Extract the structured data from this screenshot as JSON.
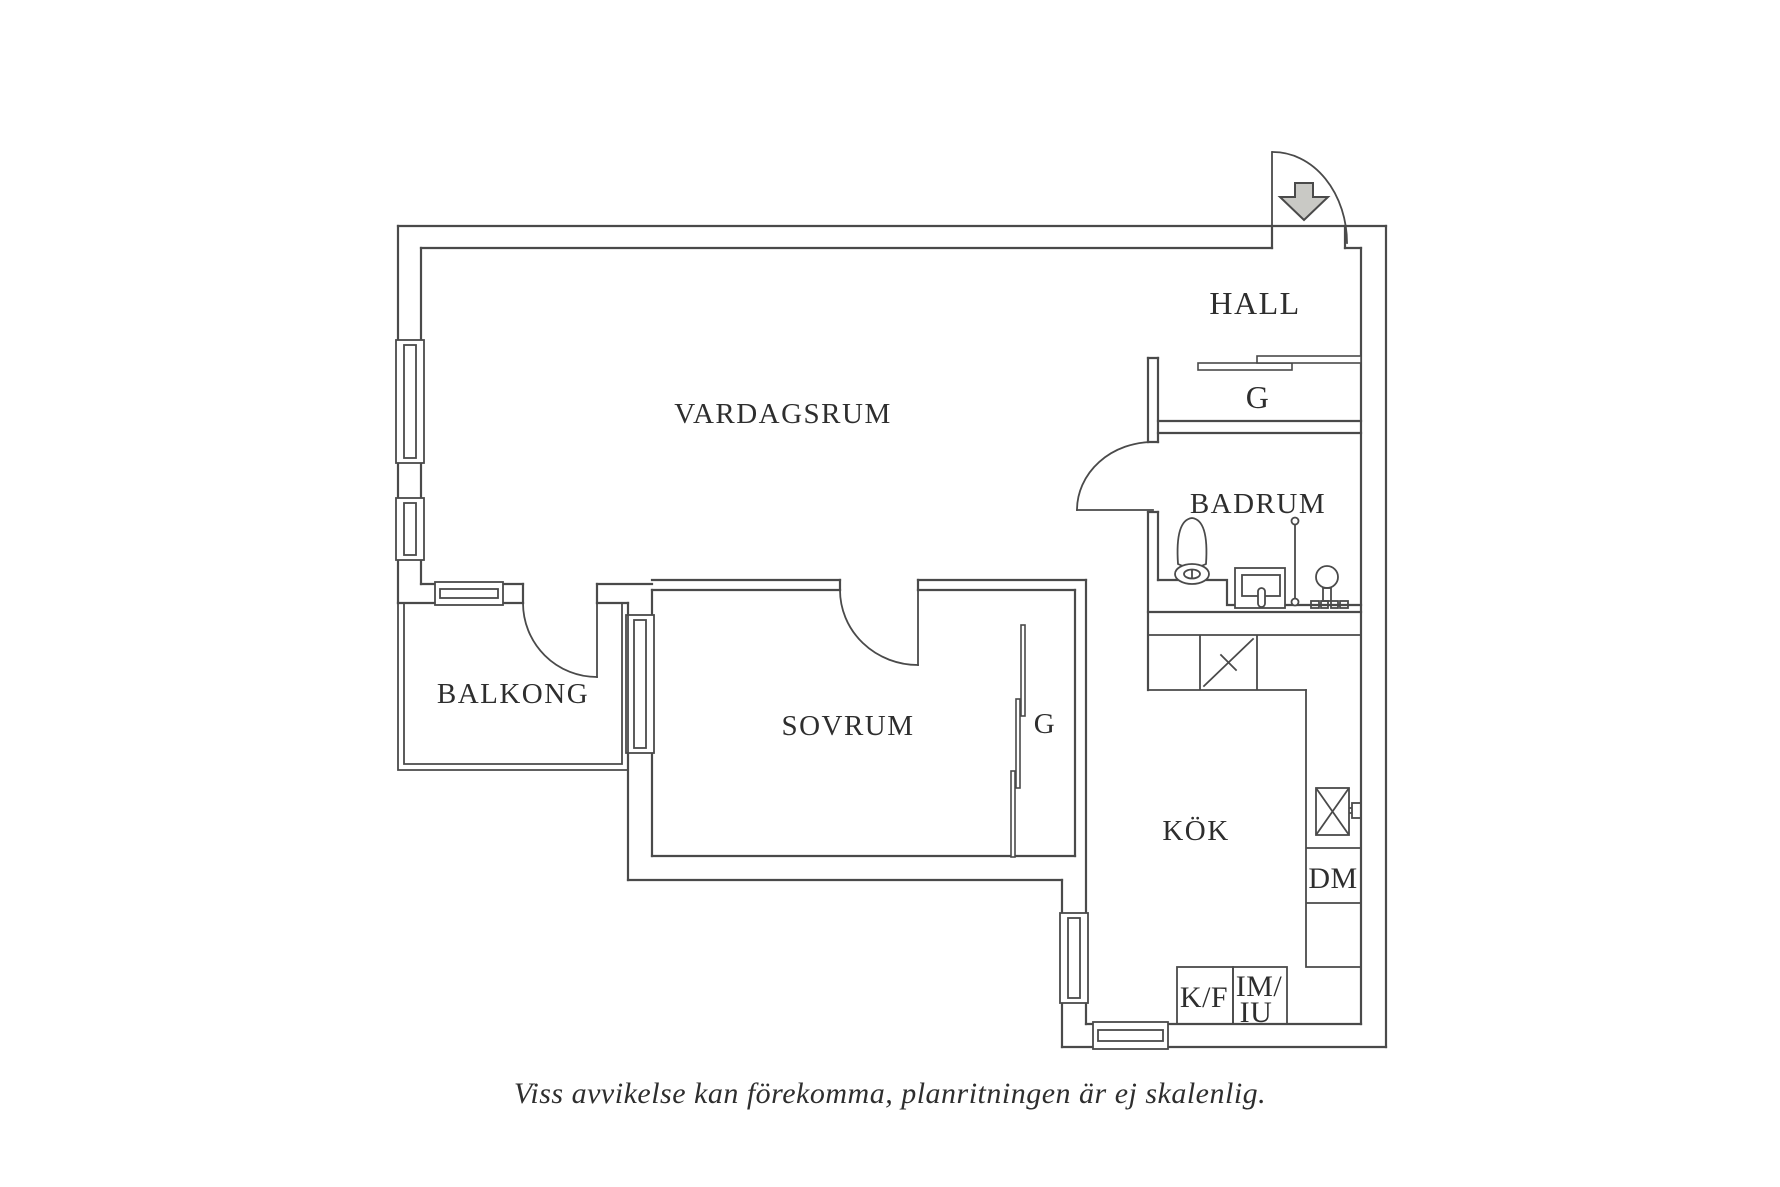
{
  "plan": {
    "labels": {
      "vardagsrum": "VARDAGSRUM",
      "hall": "HALL",
      "closet_hall": "G",
      "badrum": "BADRUM",
      "balkong": "BALKONG",
      "sovrum": "SOVRUM",
      "closet_sovrum": "G",
      "kok": "KÖK",
      "dm": "DM",
      "kf": "K/F",
      "imiu_line1": "IM/",
      "imiu_line2": "IU"
    },
    "caption": "Viss avvikelse kan förekomma, planritningen är ej skalenlig.",
    "colors": {
      "background": "#ffffff",
      "line": "#4a4a4a",
      "text": "#2e2e2e",
      "entry_arrow_fill": "#c9c9c5"
    }
  }
}
